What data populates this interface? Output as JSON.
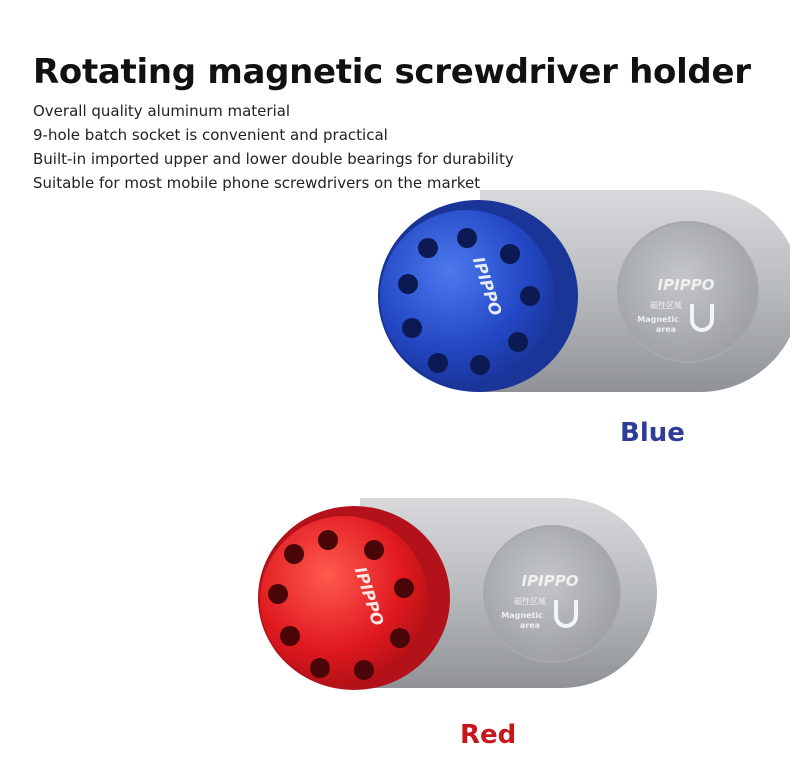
{
  "title": "Rotating magnetic screwdriver holder",
  "features": [
    "Overall quality aluminum material",
    "9-hole batch socket is convenient and practical",
    "Built-in imported upper and lower double bearings for durability",
    "Suitable for most mobile phone screwdrivers on the market"
  ],
  "products": [
    {
      "caption": "Blue",
      "caption_color": "#2e3d96",
      "disc_color": "#2347c4"
    },
    {
      "caption": "Red",
      "caption_color": "#c8161d",
      "disc_color": "#e0191f"
    }
  ],
  "logo": {
    "brand": "IPIPPO",
    "cn": "磁性区域",
    "magnetic": "Magnetic",
    "area": "area"
  }
}
